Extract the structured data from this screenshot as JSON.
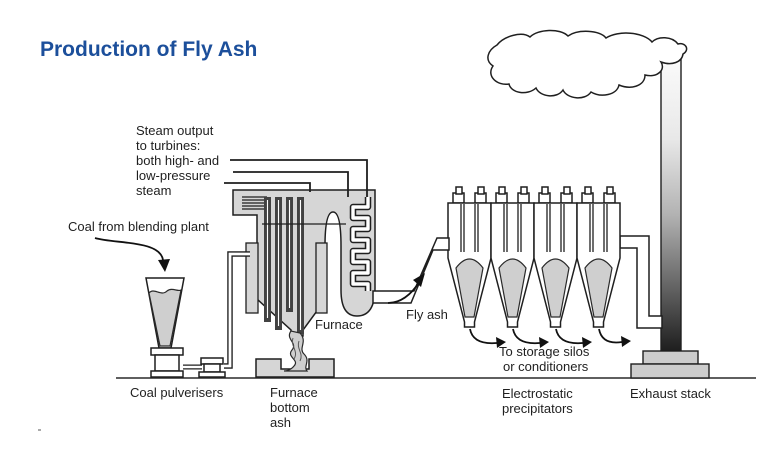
{
  "title": "Production of Fly Ash",
  "labels": {
    "steam": [
      "Steam output",
      "to turbines:",
      "both high- and",
      "low-pressure",
      "steam"
    ],
    "coal_source": "Coal from blending plant",
    "coal_pulverisers": "Coal pulverisers",
    "furnace": "Furnace",
    "furnace_bottom_ash": [
      "Furnace",
      "bottom",
      "ash"
    ],
    "fly_ash": "Fly ash",
    "storage": [
      "To storage silos",
      "or conditioners"
    ],
    "precipitators": [
      "Electrostatic",
      "precipitators"
    ],
    "exhaust_stack": "Exhaust stack"
  },
  "colors": {
    "title": "#1c4f9b",
    "diagram_gray": "#d6d6d6",
    "ash_gray": "#cfcfcf",
    "outline": "#1f1f1f"
  }
}
